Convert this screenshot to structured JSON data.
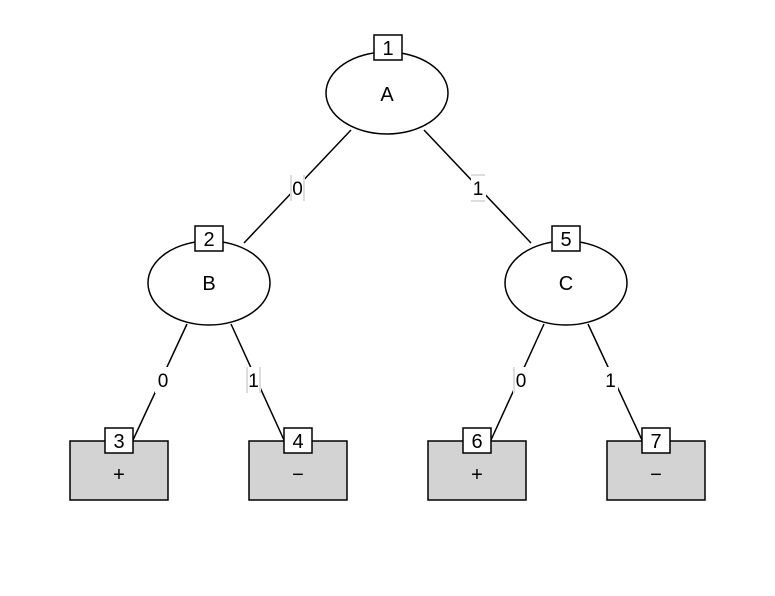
{
  "tree": {
    "nodes": {
      "a": {
        "id": "1",
        "label": "A"
      },
      "b": {
        "id": "2",
        "label": "B"
      },
      "c": {
        "id": "5",
        "label": "C"
      }
    },
    "leaves": {
      "l3": {
        "id": "3",
        "label": "+"
      },
      "l4": {
        "id": "4",
        "label": "−"
      },
      "l6": {
        "id": "6",
        "label": "+"
      },
      "l7": {
        "id": "7",
        "label": "−"
      }
    },
    "edges": {
      "a_b": "0",
      "a_c": "1",
      "b_l3": "0",
      "b_l4": "1",
      "c_l6": "0",
      "c_l7": "1"
    },
    "colors": {
      "leaf_fill": "#d3d3d3",
      "stroke": "#000000"
    }
  }
}
